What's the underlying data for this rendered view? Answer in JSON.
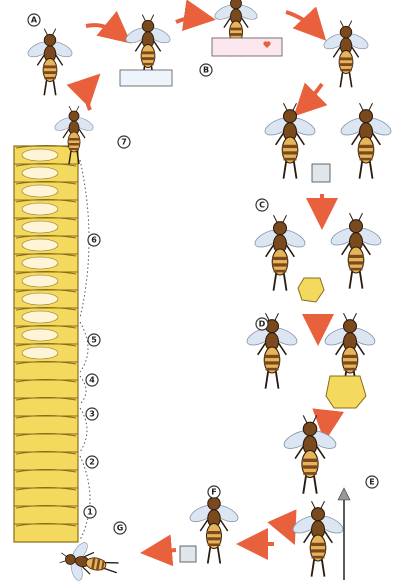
{
  "markers": [
    {
      "id": "A",
      "label": "A"
    },
    {
      "id": "B",
      "label": "B"
    },
    {
      "id": "C",
      "label": "C"
    },
    {
      "id": "D",
      "label": "D"
    },
    {
      "id": "E",
      "label": "E"
    },
    {
      "id": "F",
      "label": "F"
    },
    {
      "id": "G",
      "label": "G"
    },
    {
      "id": "1",
      "label": "1"
    },
    {
      "id": "2",
      "label": "2"
    },
    {
      "id": "3",
      "label": "3"
    },
    {
      "id": "4",
      "label": "4"
    },
    {
      "id": "5",
      "label": "5"
    },
    {
      "id": "6",
      "label": "6"
    },
    {
      "id": "7",
      "label": "7"
    }
  ],
  "colors": {
    "arrow": "#e8603c",
    "comb_fill": "#f3d95e",
    "comb_stroke": "#8a6d1c",
    "bee_body": "#7a4a1e",
    "bee_stripe": "#e7b45a",
    "wing": "#dbe6f2",
    "outline": "#2a1a0c"
  }
}
